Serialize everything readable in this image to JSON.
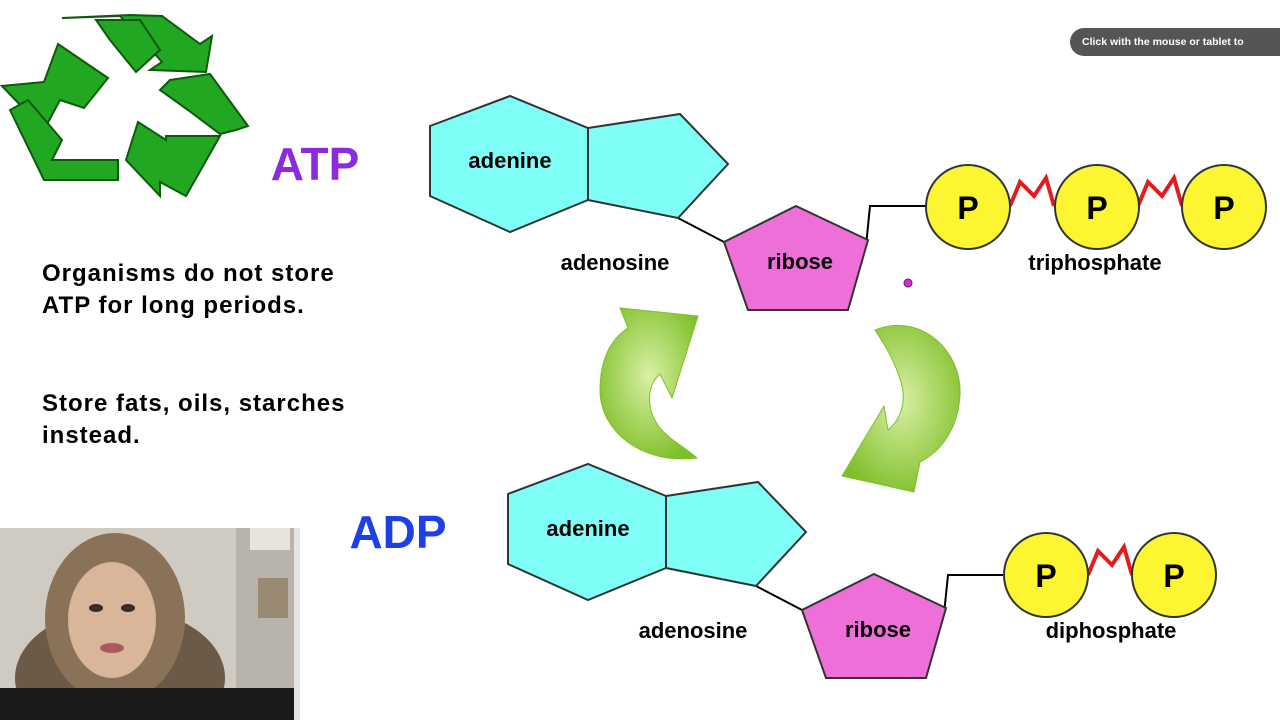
{
  "hint_text": "Click with the mouse or tablet to",
  "labels": {
    "atp": "ATP",
    "adp": "ADP"
  },
  "notes": {
    "line1": "Organisms do not store ATP for long periods.",
    "line2": "Store fats, oils, starches instead."
  },
  "atp_molecule": {
    "adenine": "adenine",
    "adenosine": "adenosine",
    "ribose": "ribose",
    "phosphate_group": "triphosphate",
    "phosphates": [
      "P",
      "P",
      "P"
    ]
  },
  "adp_molecule": {
    "adenine": "adenine",
    "adenosine": "adenosine",
    "ribose": "ribose",
    "phosphate_group": "diphosphate",
    "phosphates": [
      "P",
      "P"
    ]
  },
  "colors": {
    "adenine": "#7ffdf7",
    "ribose": "#ef6fd9",
    "phosphate": "#fbf532",
    "bond": "#e31b1b",
    "atp_label": "#8a2be2",
    "adp_label": "#1c3fe6",
    "cycle_arrow": "#8cc63f",
    "recycle_icon": "#22a722"
  }
}
